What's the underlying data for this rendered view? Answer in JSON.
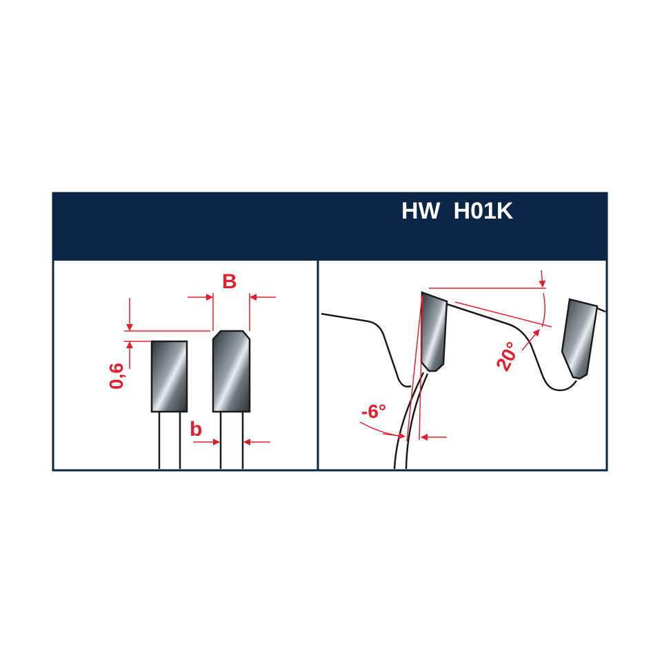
{
  "header": {
    "title": "HW  H01K"
  },
  "left_panel": {
    "label_B": "B",
    "label_b": "b",
    "label_0_6": "0,6"
  },
  "right_panel": {
    "label_rake": "-6°",
    "label_clearance": "20°"
  },
  "colors": {
    "header_bg": "#0b2546",
    "border": "#0b2546",
    "dimension": "#e2202d",
    "outline": "#1a1a1a"
  }
}
